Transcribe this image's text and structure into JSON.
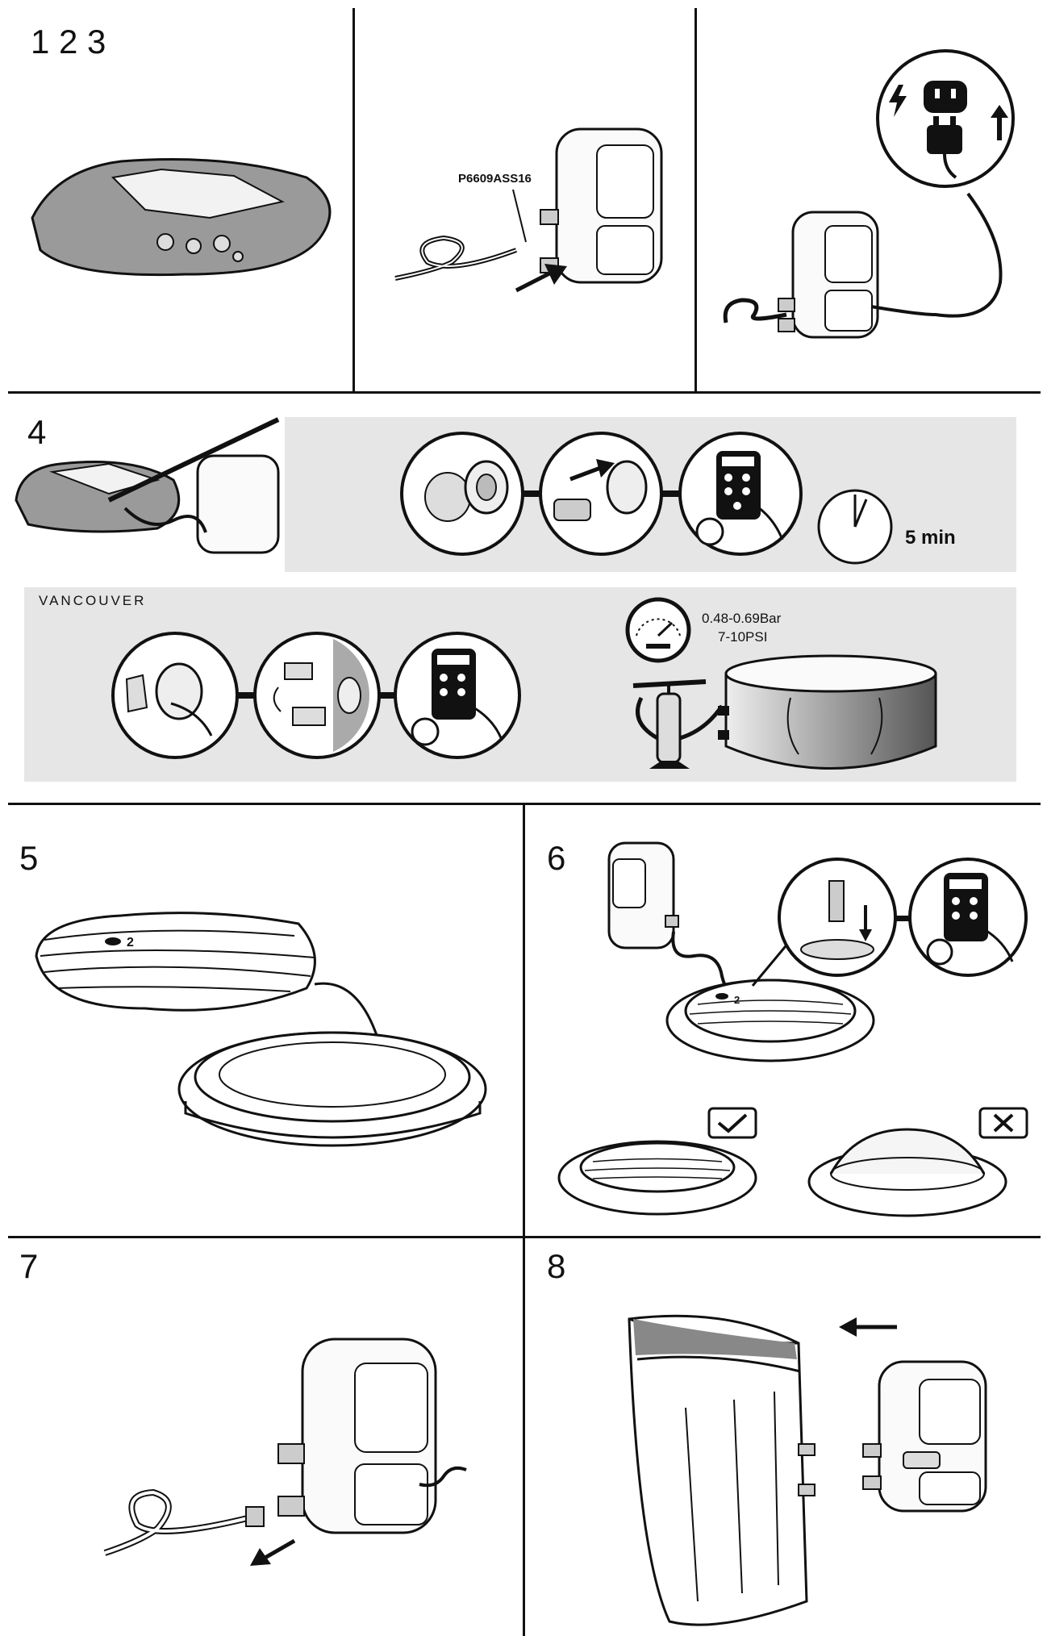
{
  "steps": {
    "s123": "1 2 3",
    "s4": "4",
    "s5": "5",
    "s6": "6",
    "s7": "7",
    "s8": "8"
  },
  "labels": {
    "part_code": "P6609ASS16",
    "timer": "5 min",
    "model": "VANCOUVER",
    "pressure_bar": "0.48-0.69Bar",
    "pressure_psi": "7-10PSI",
    "cover_valve_5": "2",
    "cover_valve_6": "2"
  },
  "icons": [
    "plug-icon",
    "lightning-icon",
    "arrow-up-icon",
    "clock-icon",
    "gauge-icon",
    "check-icon",
    "cross-icon",
    "control-panel-icon"
  ],
  "colors": {
    "line": "#111111",
    "panel": "#e6e6e6",
    "shade": "#9a9a9a"
  }
}
